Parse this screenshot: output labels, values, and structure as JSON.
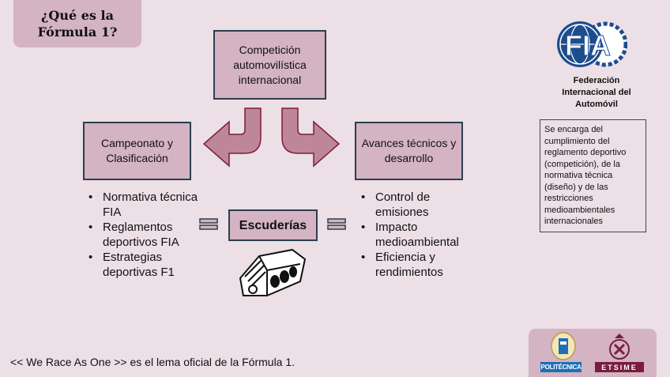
{
  "slide": {
    "title": "¿Qué es la Fórmula 1?",
    "center_top": "Competición automovilística internacional",
    "left_box": "Campeonato y Clasificación",
    "right_box": "Avances técnicos y desarrollo",
    "center_box": "Escuderías",
    "left_bullets": [
      "Normativa técnica FIA",
      "Reglamentos deportivos FIA",
      "Estrategias deportivas F1"
    ],
    "right_bullets": [
      "Control de emisiones",
      "Impacto medioambiental",
      "Eficiencia y rendimientos"
    ],
    "footer": "<< We Race As One >> es el lema oficial de la Fórmula 1."
  },
  "fia": {
    "logo_text": "FIA",
    "caption": "Federación Internacional del Automóvil",
    "description": "Se encarga del cumplimiento del reglamento deportivo (competición), de la normativa técnica (diseño) y de las restricciones medioambientales internacionales"
  },
  "logos": {
    "upm": "POLITÉCNICA",
    "etsime": "ETSIME"
  },
  "colors": {
    "background": "#ecdfe6",
    "box_fill": "#d4b3c2",
    "arrow_fill": "#be8799",
    "arrow_stroke": "#7a1d3d",
    "fia_blue": "#1d4d8f"
  }
}
